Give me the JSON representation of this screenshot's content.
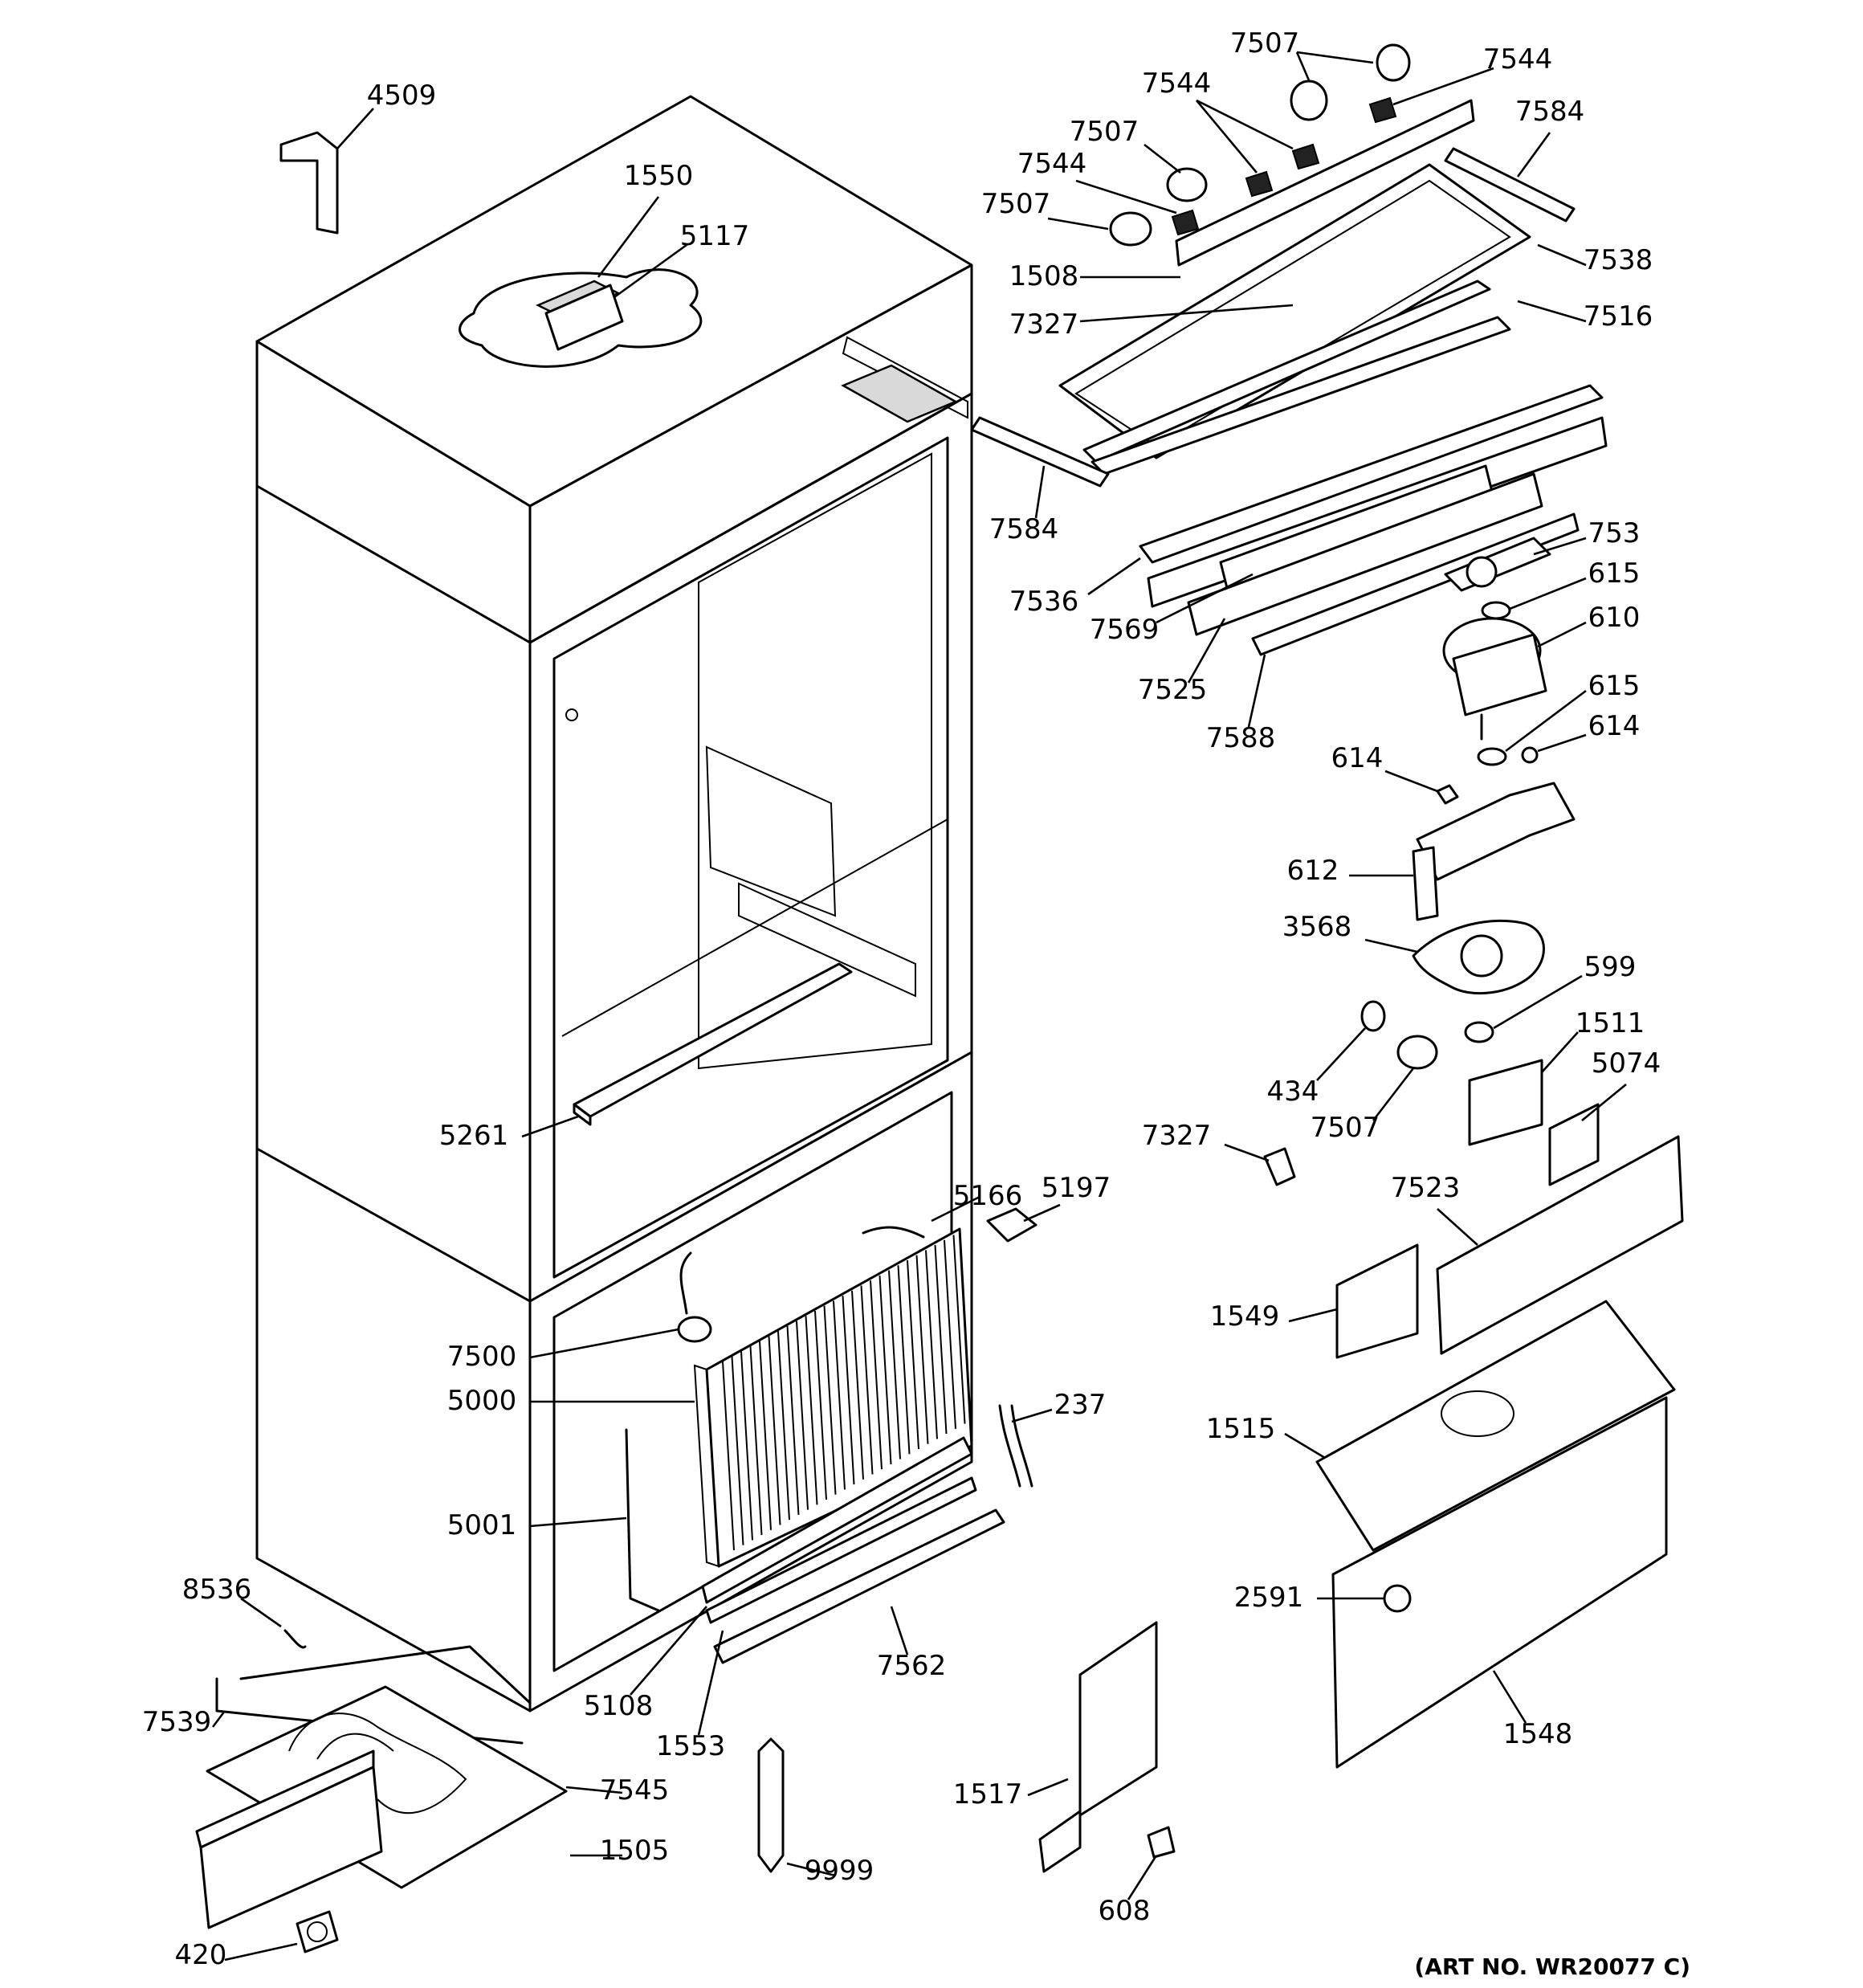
{
  "art_number": "(ART NO. WR20077 C)",
  "labels": [
    {
      "id": "l4509",
      "text": "4509"
    },
    {
      "id": "l1550",
      "text": "1550"
    },
    {
      "id": "l5117",
      "text": "5117"
    },
    {
      "id": "l7507a",
      "text": "7507"
    },
    {
      "id": "l7544a",
      "text": "7544"
    },
    {
      "id": "l7544b",
      "text": "7544"
    },
    {
      "id": "l7507b",
      "text": "7507"
    },
    {
      "id": "l7544c",
      "text": "7544"
    },
    {
      "id": "l7507c",
      "text": "7507"
    },
    {
      "id": "l7584a",
      "text": "7584"
    },
    {
      "id": "l1508",
      "text": "1508"
    },
    {
      "id": "l7538",
      "text": "7538"
    },
    {
      "id": "l7327a",
      "text": "7327"
    },
    {
      "id": "l7516",
      "text": "7516"
    },
    {
      "id": "l7584b",
      "text": "7584"
    },
    {
      "id": "l7536",
      "text": "7536"
    },
    {
      "id": "l7569",
      "text": "7569"
    },
    {
      "id": "l753",
      "text": "753"
    },
    {
      "id": "l615a",
      "text": "615"
    },
    {
      "id": "l610",
      "text": "610"
    },
    {
      "id": "l7525",
      "text": "7525"
    },
    {
      "id": "l7588",
      "text": "7588"
    },
    {
      "id": "l615b",
      "text": "615"
    },
    {
      "id": "l614a",
      "text": "614"
    },
    {
      "id": "l614b",
      "text": "614"
    },
    {
      "id": "l612",
      "text": "612"
    },
    {
      "id": "l3568",
      "text": "3568"
    },
    {
      "id": "l599",
      "text": "599"
    },
    {
      "id": "l1511",
      "text": "1511"
    },
    {
      "id": "l434",
      "text": "434"
    },
    {
      "id": "l7507d",
      "text": "7507"
    },
    {
      "id": "l5074",
      "text": "5074"
    },
    {
      "id": "l7327b",
      "text": "7327"
    },
    {
      "id": "l7523",
      "text": "7523"
    },
    {
      "id": "l5261",
      "text": "5261"
    },
    {
      "id": "l5166",
      "text": "5166"
    },
    {
      "id": "l5197",
      "text": "5197"
    },
    {
      "id": "l1549",
      "text": "1549"
    },
    {
      "id": "l7500",
      "text": "7500"
    },
    {
      "id": "l5000",
      "text": "5000"
    },
    {
      "id": "l237",
      "text": "237"
    },
    {
      "id": "l1515",
      "text": "1515"
    },
    {
      "id": "l5001",
      "text": "5001"
    },
    {
      "id": "l2591",
      "text": "2591"
    },
    {
      "id": "l8536",
      "text": "8536"
    },
    {
      "id": "l5108",
      "text": "5108"
    },
    {
      "id": "l7562",
      "text": "7562"
    },
    {
      "id": "l1548",
      "text": "1548"
    },
    {
      "id": "l7539",
      "text": "7539"
    },
    {
      "id": "l1553",
      "text": "1553"
    },
    {
      "id": "l7545",
      "text": "7545"
    },
    {
      "id": "l1517",
      "text": "1517"
    },
    {
      "id": "l1505",
      "text": "1505"
    },
    {
      "id": "l9999",
      "text": "9999"
    },
    {
      "id": "l420",
      "text": "420"
    },
    {
      "id": "l608",
      "text": "608"
    }
  ]
}
